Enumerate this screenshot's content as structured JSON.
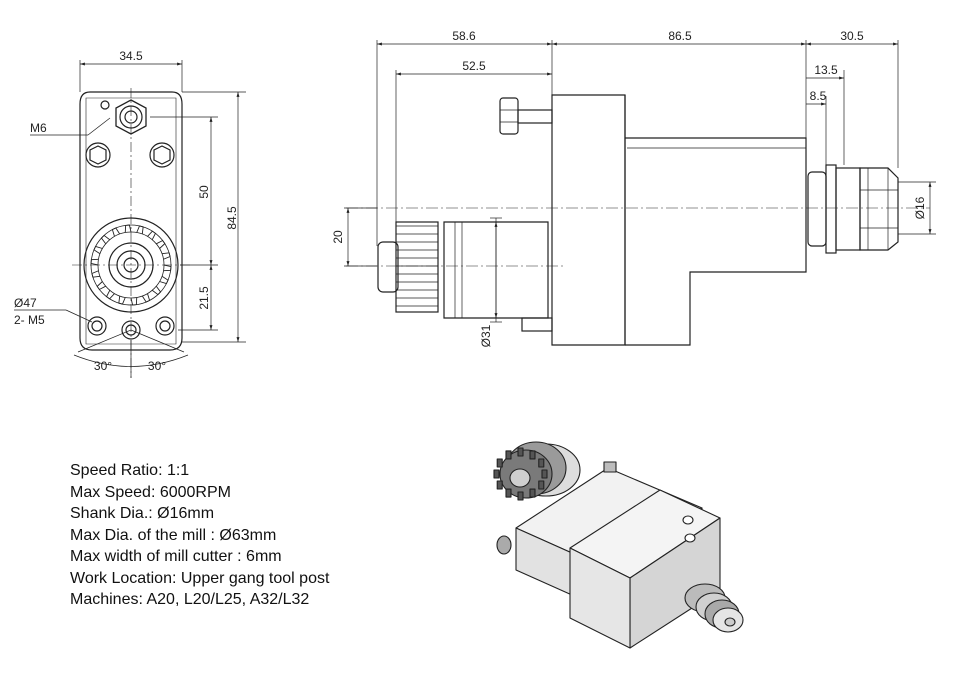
{
  "front_view": {
    "dims": {
      "width": "34.5",
      "height_total": "84.5",
      "height_upper": "50",
      "height_lower": "21.5",
      "angle_left": "30°",
      "angle_right": "30°"
    },
    "callouts": {
      "thread": "M6",
      "bolt_circle": "Ø47",
      "bolt_holes": "2- M5"
    }
  },
  "side_view": {
    "dims": {
      "left_overall": "58.6",
      "left_inner": "52.5",
      "middle": "86.5",
      "right": "30.5",
      "step_outer": "13.5",
      "step_inner": "8.5",
      "offset": "20",
      "shank_dia": "Ø16",
      "gear_dia": "Ø31"
    }
  },
  "specs": [
    "Speed Ratio: 1:1",
    "Max Speed: 6000RPM",
    "Shank Dia.: Ø16mm",
    "Max Dia. of the mill : Ø63mm",
    "Max width of mill cutter : 6mm",
    "Work Location: Upper gang tool post",
    "Machines: A20, L20/L25, A32/L32"
  ]
}
